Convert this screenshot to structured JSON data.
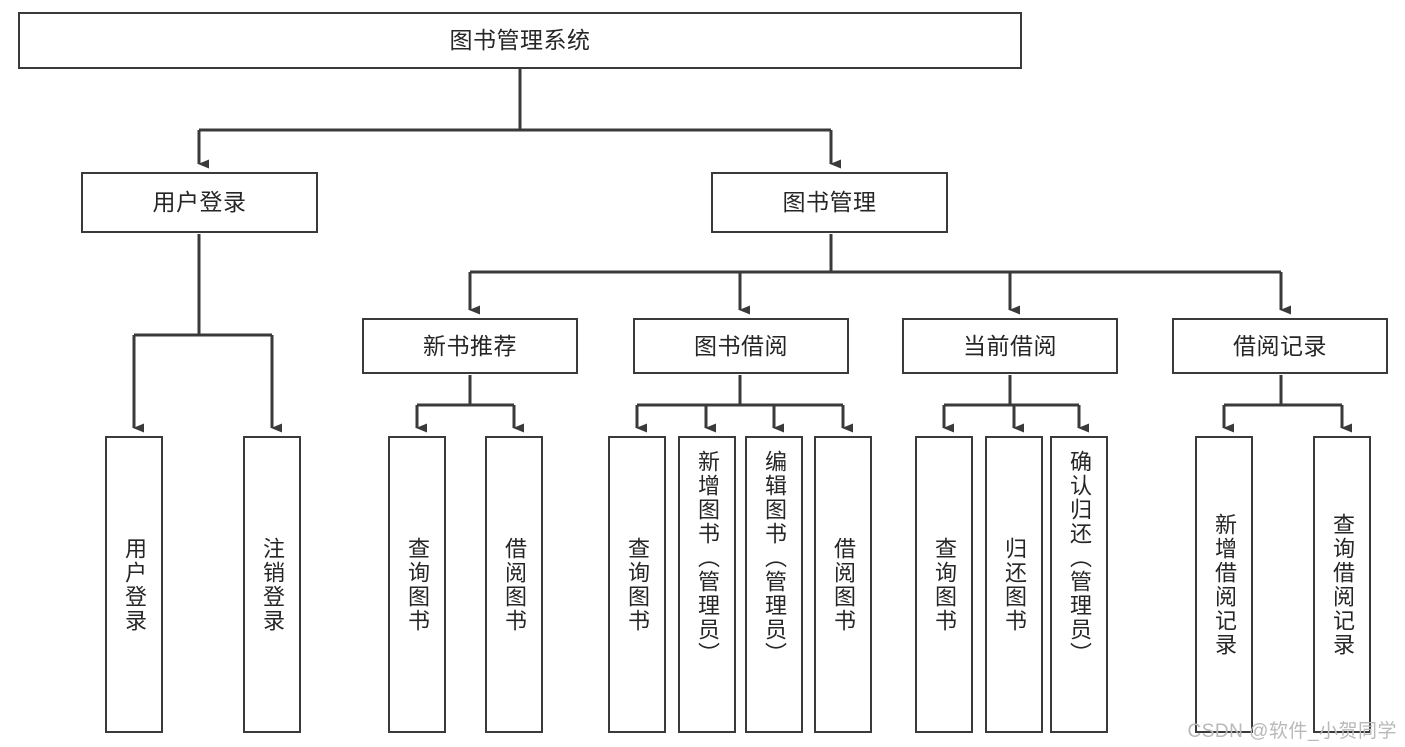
{
  "diagram": {
    "title": "图书管理系统",
    "type": "tree-hierarchy",
    "watermark": "CSDN @软件_小贺同学",
    "colors": {
      "box_border": "#3a3a3a",
      "box_fill": "#ffffff",
      "connector": "#3a3a3a",
      "text": "#262626",
      "watermark": "#b9b9b9",
      "background": "#ffffff"
    },
    "root": {
      "label": "图书管理系统"
    },
    "level2": [
      {
        "label": "用户登录"
      },
      {
        "label": "图书管理"
      }
    ],
    "level3": [
      {
        "label": "新书推荐"
      },
      {
        "label": "图书借阅"
      },
      {
        "label": "当前借阅"
      },
      {
        "label": "借阅记录"
      }
    ],
    "leaves": {
      "user_login": [
        {
          "label": "用户登录"
        },
        {
          "label": "注销登录"
        }
      ],
      "new_book": [
        {
          "label": "查询图书"
        },
        {
          "label": "借阅图书"
        }
      ],
      "book_borrow": [
        {
          "label": "查询图书"
        },
        {
          "label": "新增图书（管理员）"
        },
        {
          "label": "编辑图书（管理员）"
        },
        {
          "label": "借阅图书"
        }
      ],
      "current_borrow": [
        {
          "label": "查询图书"
        },
        {
          "label": "归还图书"
        },
        {
          "label": "确认归还（管理员）"
        }
      ],
      "borrow_record": [
        {
          "label": "新增借阅记录"
        },
        {
          "label": "查询借阅记录"
        }
      ]
    }
  }
}
